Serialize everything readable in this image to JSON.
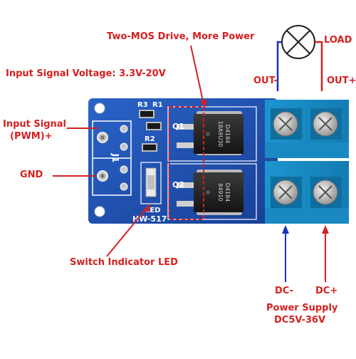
{
  "annotations": {
    "two_mos": "Two-MOS Drive, More Power",
    "load": "LOAD",
    "input_voltage": "Input Signal Voltage: 3.3V-20V",
    "out_minus": "OUT-",
    "out_plus": "OUT+",
    "input_signal_line1": "Input Signal",
    "input_signal_line2": "(PWM)+",
    "gnd": "GND",
    "switch_led": "Switch Indicator LED",
    "dc_minus": "DC-",
    "dc_plus": "DC+",
    "power_supply": "Power Supply",
    "power_range": "DC5V-36V"
  },
  "board": {
    "silk_r3": "R3",
    "silk_r1": "R1",
    "silk_r2": "R2",
    "silk_j1": "J1",
    "silk_q1": "Q1",
    "silk_q2": "Q2",
    "silk_led": "LED",
    "model": "HW-517",
    "mosfet1_marking_line1": "D4184",
    "mosfet1_marking_line2": "18A9U30",
    "mosfet2_marking_line1": "D4184",
    "mosfet2_marking_line2": "84910"
  },
  "colors": {
    "pcb": "#1f4fb0",
    "annotation_red": "#d62020",
    "terminal_blue": "#1fa0d8",
    "arrow_blue": "#1a2fc0"
  }
}
